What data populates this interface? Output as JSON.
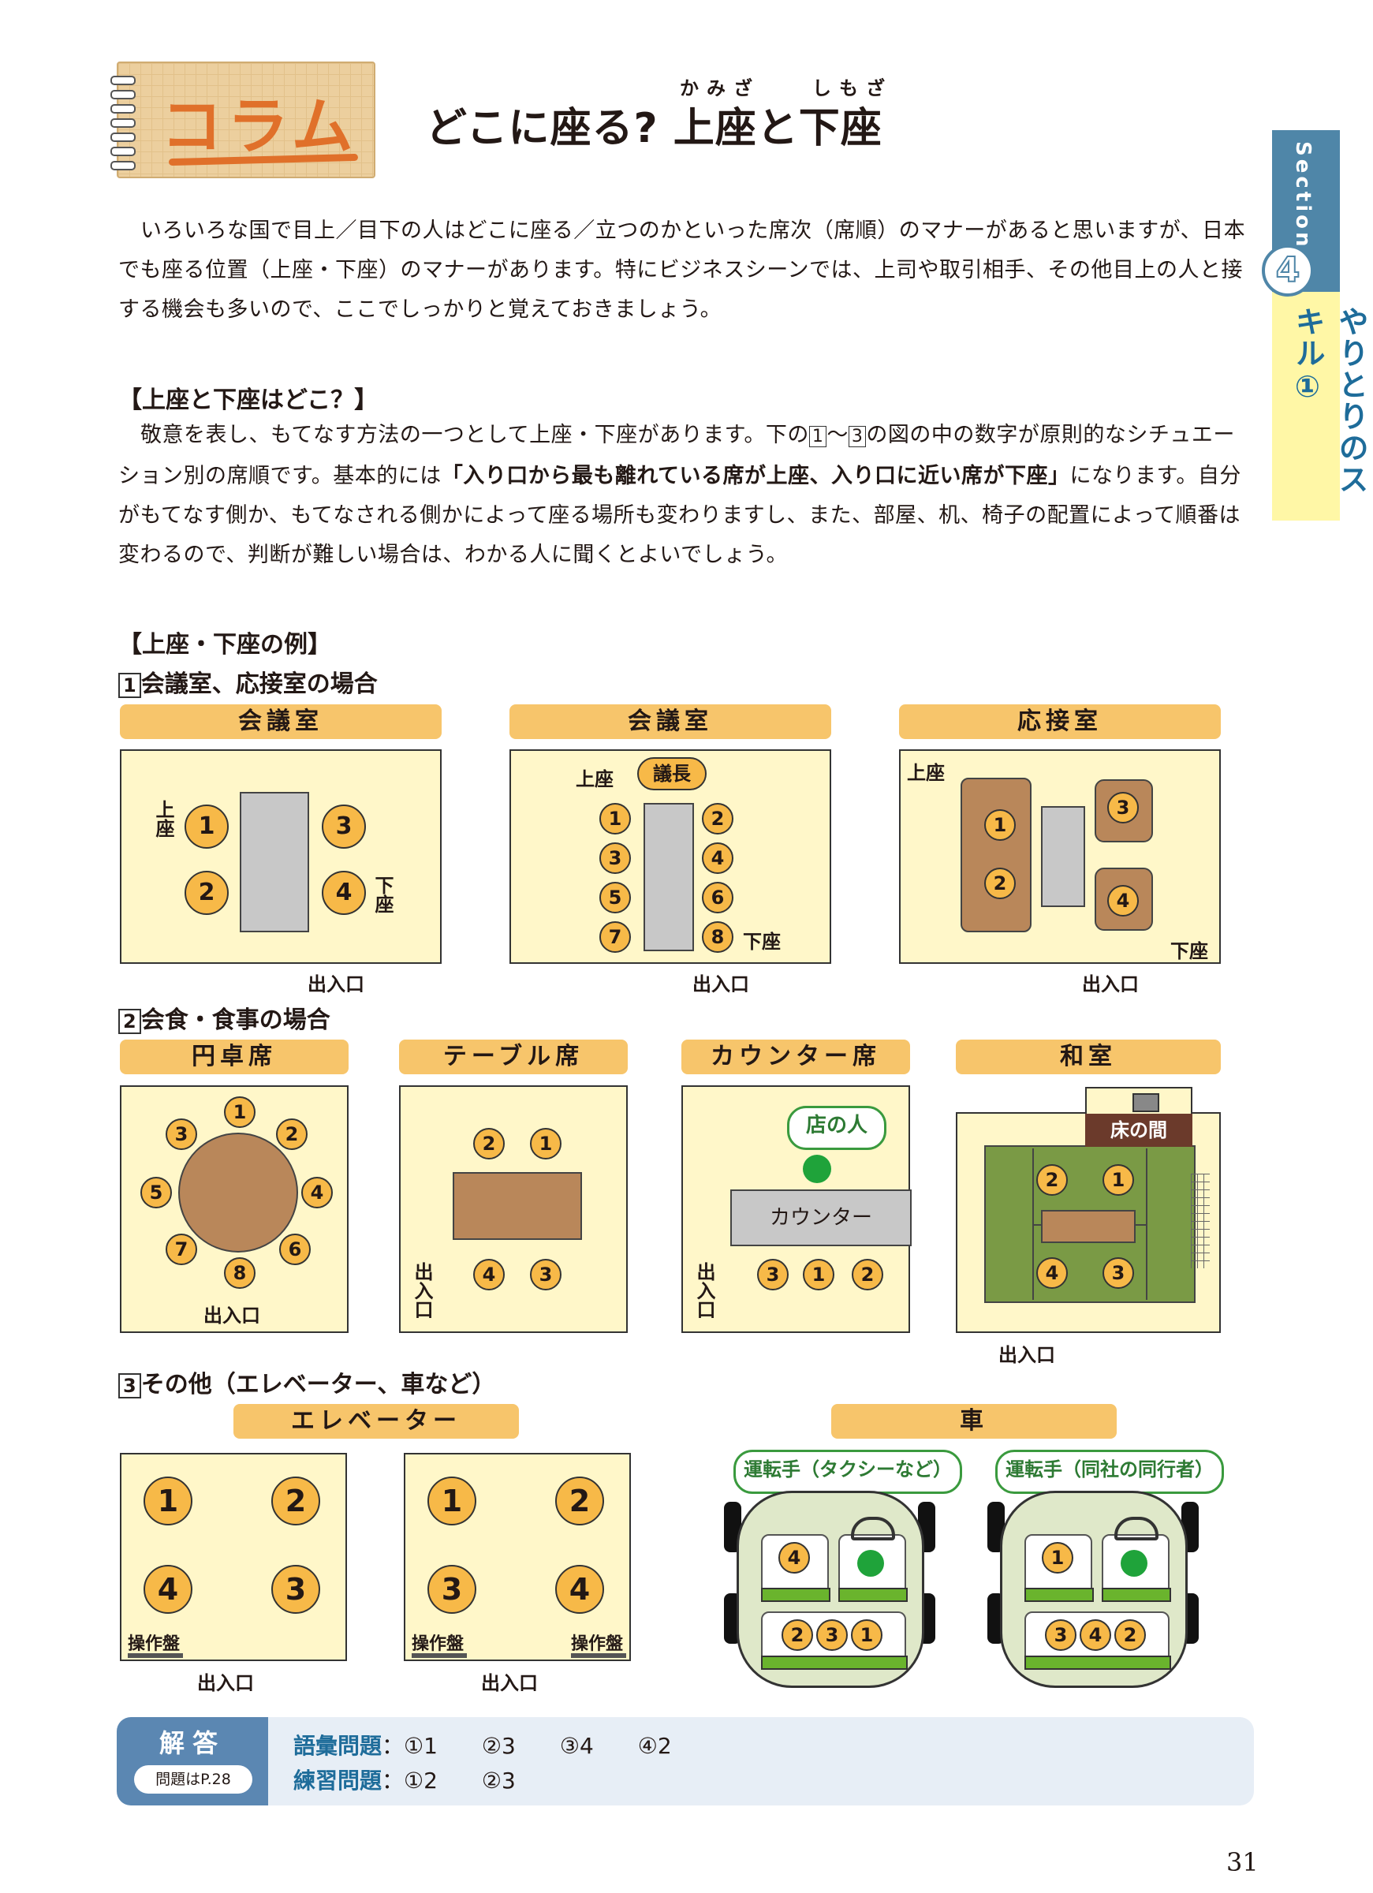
{
  "header": {
    "badge": "コラム",
    "title_prefix": "どこに座る?",
    "title_term1": "上座",
    "title_to": "と",
    "title_term2": "下座",
    "ruby1": "かみざ",
    "ruby2": "しもざ"
  },
  "side_tab": {
    "section": "Section",
    "number": "4",
    "label": "やりとりのスキル①"
  },
  "intro": "いろいろな国で目上／目下の人はどこに座る／立つのかといった席次（席順）のマナーがあると思いますが、日本でも座る位置（上座・下座）のマナーがあります。特にビジネスシーンでは、上司や取引相手、その他目上の人と接する機会も多いので、ここでしっかりと覚えておきましょう。",
  "section1": {
    "heading": "【上座と下座はどこ？】",
    "p_before": "敬意を表し、もてなす方法の一つとして上座・下座があります。下の",
    "b1": "1",
    "tilde": "～",
    "b3": "3",
    "p_mid": "の図の中の数字が原則的なシチュエーション別の席順です。基本的には",
    "p_bold": "「入り口から最も離れている席が上座、入り口に近い席が下座」",
    "p_after": "になります。自分がもてなす側か、もてなされる側かによって座る場所も変わりますし、また、部屋、机、椅子の配置によって順番は変わるので、判断が難しい場合は、わかる人に聞くとよいでしょう。"
  },
  "examples": {
    "heading": "【上座・下座の例】",
    "sub1_num": "1",
    "sub1": "会議室、応接室の場合",
    "sub2_num": "2",
    "sub2": "会食・食事の場合",
    "sub3_num": "3",
    "sub3": "その他（エレベーター、車など）"
  },
  "labels": {
    "kamiza": "上座",
    "shimoza": "下座",
    "entrance": "出入口",
    "chair": "議長",
    "meeting_room": "会議室",
    "reception_room": "応接室",
    "round_table": "円卓席",
    "table_seat": "テーブル席",
    "counter_seat": "カウンター席",
    "washitsu": "和室",
    "tokonoma": "床の間",
    "staff": "店の人",
    "counter": "カウンター",
    "elevator": "エレベーター",
    "car": "車",
    "panel": "操作盤",
    "driver_taxi": "運転手（タクシーなど）",
    "driver_company": "運転手（同社の同行者）"
  },
  "seats": {
    "n1": "1",
    "n2": "2",
    "n3": "3",
    "n4": "4",
    "n5": "5",
    "n6": "6",
    "n7": "7",
    "n8": "8"
  },
  "answers": {
    "title": "解答",
    "ref": "問題はP.28",
    "row1_key": "語彙問題",
    "row1_val": "：①1　　②3　　③4　　④2",
    "row2_key": "練習問題",
    "row2_val": "：①2　　②3"
  },
  "page_number": "31",
  "colors": {
    "accent_orange": "#e0702a",
    "label_orange": "#f7c56b",
    "seat_orange": "#f7b948",
    "room_fill": "#fff7c9",
    "side_blue": "#4f86a8",
    "tatami_green": "#7a9a45",
    "driver_green": "#1fa33a"
  }
}
